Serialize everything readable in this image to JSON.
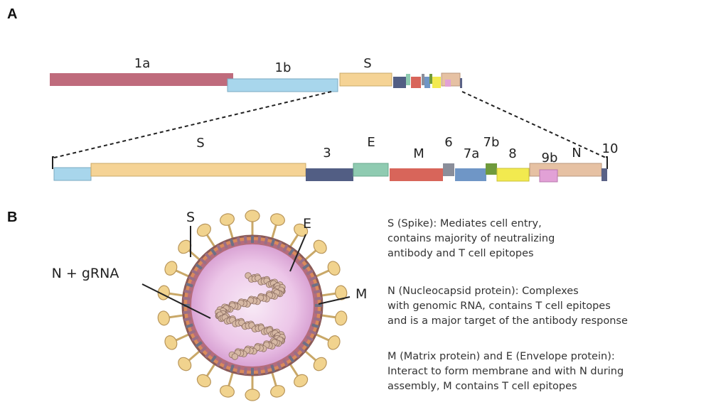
{
  "panels": {
    "a": "A",
    "b": "B"
  },
  "genome": {
    "labels": {
      "orf1a": "1a",
      "orf1b": "1b",
      "s": "S"
    },
    "colors": {
      "orf1a": "#bf6b7c",
      "orf1b": "#a8d6ec",
      "s": "#f5d395"
    }
  },
  "structural_region": {
    "labels": {
      "s": "S",
      "orf3": "3",
      "e": "E",
      "m": "M",
      "orf6": "6",
      "orf7a": "7a",
      "orf7b": "7b",
      "orf8": "8",
      "orf9b": "9b",
      "n": "N",
      "orf10": "10"
    },
    "colors": {
      "orf1b": "#a8d6ec",
      "s": "#f5d395",
      "orf3": "#525e84",
      "e": "#8fcbb1",
      "m": "#d8655a",
      "orf6": "#8a8e9a",
      "orf7a": "#6f96c6",
      "orf7b": "#6f9a3c",
      "orf8": "#f2ea4f",
      "orf9b": "#e2a1d6",
      "n": "#e6c1a3",
      "orf10": "#5a6286"
    }
  },
  "virion": {
    "labels": {
      "s": "S",
      "e": "E",
      "m": "M",
      "n_grna": "N + gRNA"
    },
    "colors": {
      "spike": "#f1d38e",
      "membrane": "#d98a5c",
      "interior": "#ecc6e8",
      "rna": "#d6b8a4"
    }
  },
  "descriptions": [
    {
      "text": "S (Spike): Mediates cell entry,\ncontains majority of neutralizing\nantibody and T cell epitopes"
    },
    {
      "text": "N (Nucleocapsid protein): Complexes\nwith genomic RNA, contains T cell epitopes\nand is a major target of the antibody response"
    },
    {
      "text": "M (Matrix protein) and E (Envelope protein):\nInteract to form membrane and with N during\nassembly, M contains T cell epitopes"
    }
  ]
}
